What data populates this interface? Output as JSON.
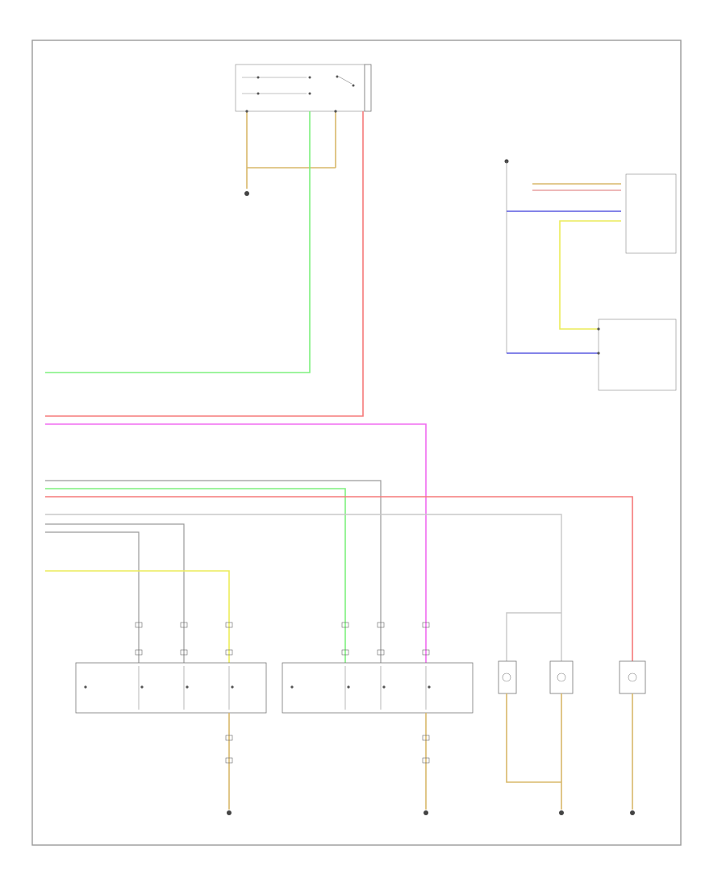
{
  "diagram": {
    "title": "",
    "page_marker": "",
    "colors": {
      "green": "#7ef07e",
      "red": "#f57a7a",
      "pink": "#f06cf0",
      "tan": "#d9b86a",
      "yellow": "#ecec5a",
      "blue": "#5a5ae0",
      "gray": "#9a9a9a",
      "lightgray": "#c8c8c8"
    },
    "components": [
      {
        "id": "emergency-flasher-switch",
        "label": ""
      },
      {
        "id": "ground-upper",
        "label": ""
      },
      {
        "id": "right-trunk-module",
        "label": ""
      },
      {
        "id": "left-tail-lamp-assembly",
        "label": ""
      },
      {
        "id": "right-tail-lamp-assembly",
        "label": ""
      },
      {
        "id": "license-lamp-left",
        "label": ""
      },
      {
        "id": "license-lamp-right",
        "label": ""
      },
      {
        "id": "high-mount-stop-lamp",
        "label": ""
      },
      {
        "id": "ground-left-trunk",
        "label": ""
      },
      {
        "id": "ground-center-trunk",
        "label": ""
      },
      {
        "id": "ground-right-trunk",
        "label": ""
      },
      {
        "id": "ground-right-corner",
        "label": ""
      }
    ]
  }
}
